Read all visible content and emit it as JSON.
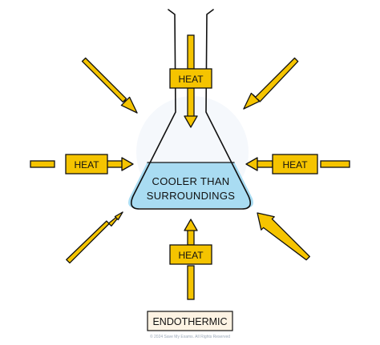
{
  "diagram": {
    "flask_label_line1": "COOLER THAN",
    "flask_label_line2": "SURROUNDINGS",
    "heat_label": "HEAT",
    "caption": "ENDOTHERMIC",
    "watermark": "© 2024 Save My Exams. All Rights Reserved"
  },
  "colors": {
    "arrow_fill": "#f5c400",
    "arrow_stroke": "#111111",
    "label_box": "#f5c400",
    "liquid": "#a9dcf2",
    "caption_box": "#fdf3e3"
  }
}
